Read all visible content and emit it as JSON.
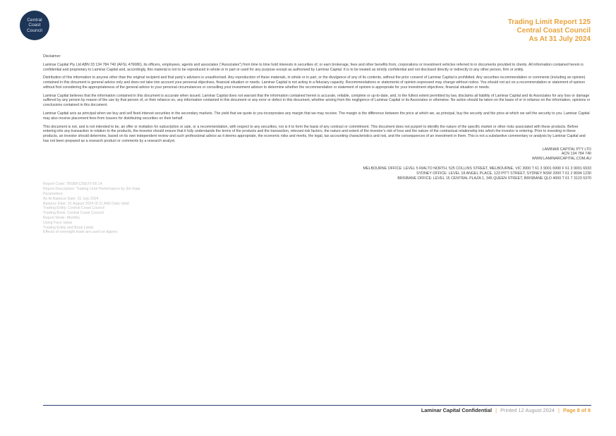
{
  "logo": {
    "line1": "Central",
    "line2": "Coast",
    "line3": "Council"
  },
  "header": {
    "title": "Trading Limit Report 125",
    "client": "Central Coast Council",
    "date": "As At 31 July 2024"
  },
  "disclaimer": {
    "title": "Disclaimer:",
    "paragraphs": [
      "Laminar Capital Pty Ltd ABN 33 134 784 740 (AFSL 476686), its officers, employees, agents and associates (“Associates”) from time to time hold interests in securities of, or earn brokerage, fees and other benefits from, corporations or investment vehicles referred to in documents provided to clients. All information contained herein is confidential and proprietary to Laminar Capital and, accordingly, this material is not to be reproduced in whole or in part or used for any purpose except as authorised by Laminar Capital. It is to be treated as strictly confidential and not disclosed directly or indirectly to any other person, firm or entity.",
      "Distribution of this information to anyone other than the original recipient and that party’s advisers is unauthorised. Any reproduction of these materials, in whole or in part, or the divulgence of any of its contents, without the prior consent of Laminar Capital is prohibited. Any securities recommendation or comments (including an opinion) contained in this document is general advice only and does not take into account your personal objectives, financial situation or needs. Laminar Capital is not acting in a fiduciary capacity. Recommendations or statements of opinion expressed may change without notice. You should not act on a recommendation or statement of opinion without first considering the appropriateness of the general advice to your personal circumstances or consulting your investment advisor to determine whether the recommendation or statement of opinion is appropriate for your investment objectives, financial situation or needs.",
      "Laminar Capital believes that the information contained in this document is accurate when issued. Laminar Capital does not warrant that the information contained herein is accurate, reliable, complete or up-to-date, and, to the fullest extent permitted by law, disclaims all liability of Laminar Capital and its Associates for any loss or damage suffered by any person by reason of the use by that person of, or their reliance on, any information contained in this document or any error or defect in this document, whether arising from the negligence of Laminar Capital or its Associates or otherwise. No action should be taken on the basis of or in reliance on the information, opinions or conclusions contained in this document.",
      "Laminar Capital acts as principal when we buy and sell fixed interest securities in the secondary markets. The yield that we quote to you incorporates any margin that we may receive. The margin is the difference between the price at which we, as principal, buy the security and the price at which we sell the security to you. Laminar Capital may also receive placement fees from Issuers for distributing securities on their behalf.",
      "This document is not, and is not intended to be, an offer or invitation for subscription or sale, or a recommendation, with respect to any securities, nor is it to form the basis of any contract or commitment. This document does not purport to identify the nature of the specific market or other risks associated with these products. Before entering into any transaction in relation to the products, the investor should ensure that it fully understands the terms of the products and the transaction, relevant risk factors, the nature and extent of the investor’s risk of loss and the nature of the contractual relationship into which the investor is entering. Prior to investing in these products, an investor should determine, based on its own independent review and such professional advice as it deems appropriate, the economic risks and merits, the legal, tax accounting characteristics and risk, and the consequences of an investment in them. This is not a substantive commentary or analysis by Laminar Capital and has not been prepared as a research product or comments by a research analyst."
    ]
  },
  "company": {
    "name": "LAMINAR CAPITAL PTY LTD",
    "acn": "ACN 134 784 740",
    "website": "WWW.LAMINARCAPITAL.COM.AU"
  },
  "offices": [
    "MELBOURNE OFFICE: LEVEL 5 RIALTO NORTH, 525 COLLINS STREET, MELBOURNE, VIC 3000 T 61 3 9001 6990 F 61 3 9001 6933",
    "SYDNEY OFFICE: LEVEL 18 ANGEL PLACE, 123 PITT STREET, SYDNEY NSW 2000 T 61 2 8094 1230",
    "BRISBANE OFFICE: LEVEL 15 CENTRAL PLAZA 1, 345 QUEEN STREET, BRISBANE QLD 4000 T 61 7 3123 5370"
  ],
  "report_params": [
    "Report Code: TBSBF125EXT-00.14",
    "Report Description: Trading Limit Performance by 3m Data",
    "Parameters:",
    "As At Balance Date: 31 July 2024",
    "Balance Date: 31 August 2024 (6:11 AM) Daily Valid",
    "Trading Entity: Central Coast Council",
    "Trading Book: Central Coast Council",
    "Report Mode: Monthly",
    "Using Face Value",
    "Trading Entity and Book Limits",
    "Effects of overnight trade are used on tippers"
  ],
  "footer": {
    "company": "Laminar Capital Confidential",
    "sep1": "|",
    "printed": "Printed 12 August 2024",
    "sep2": "|",
    "page": "Page 8 of 8"
  }
}
